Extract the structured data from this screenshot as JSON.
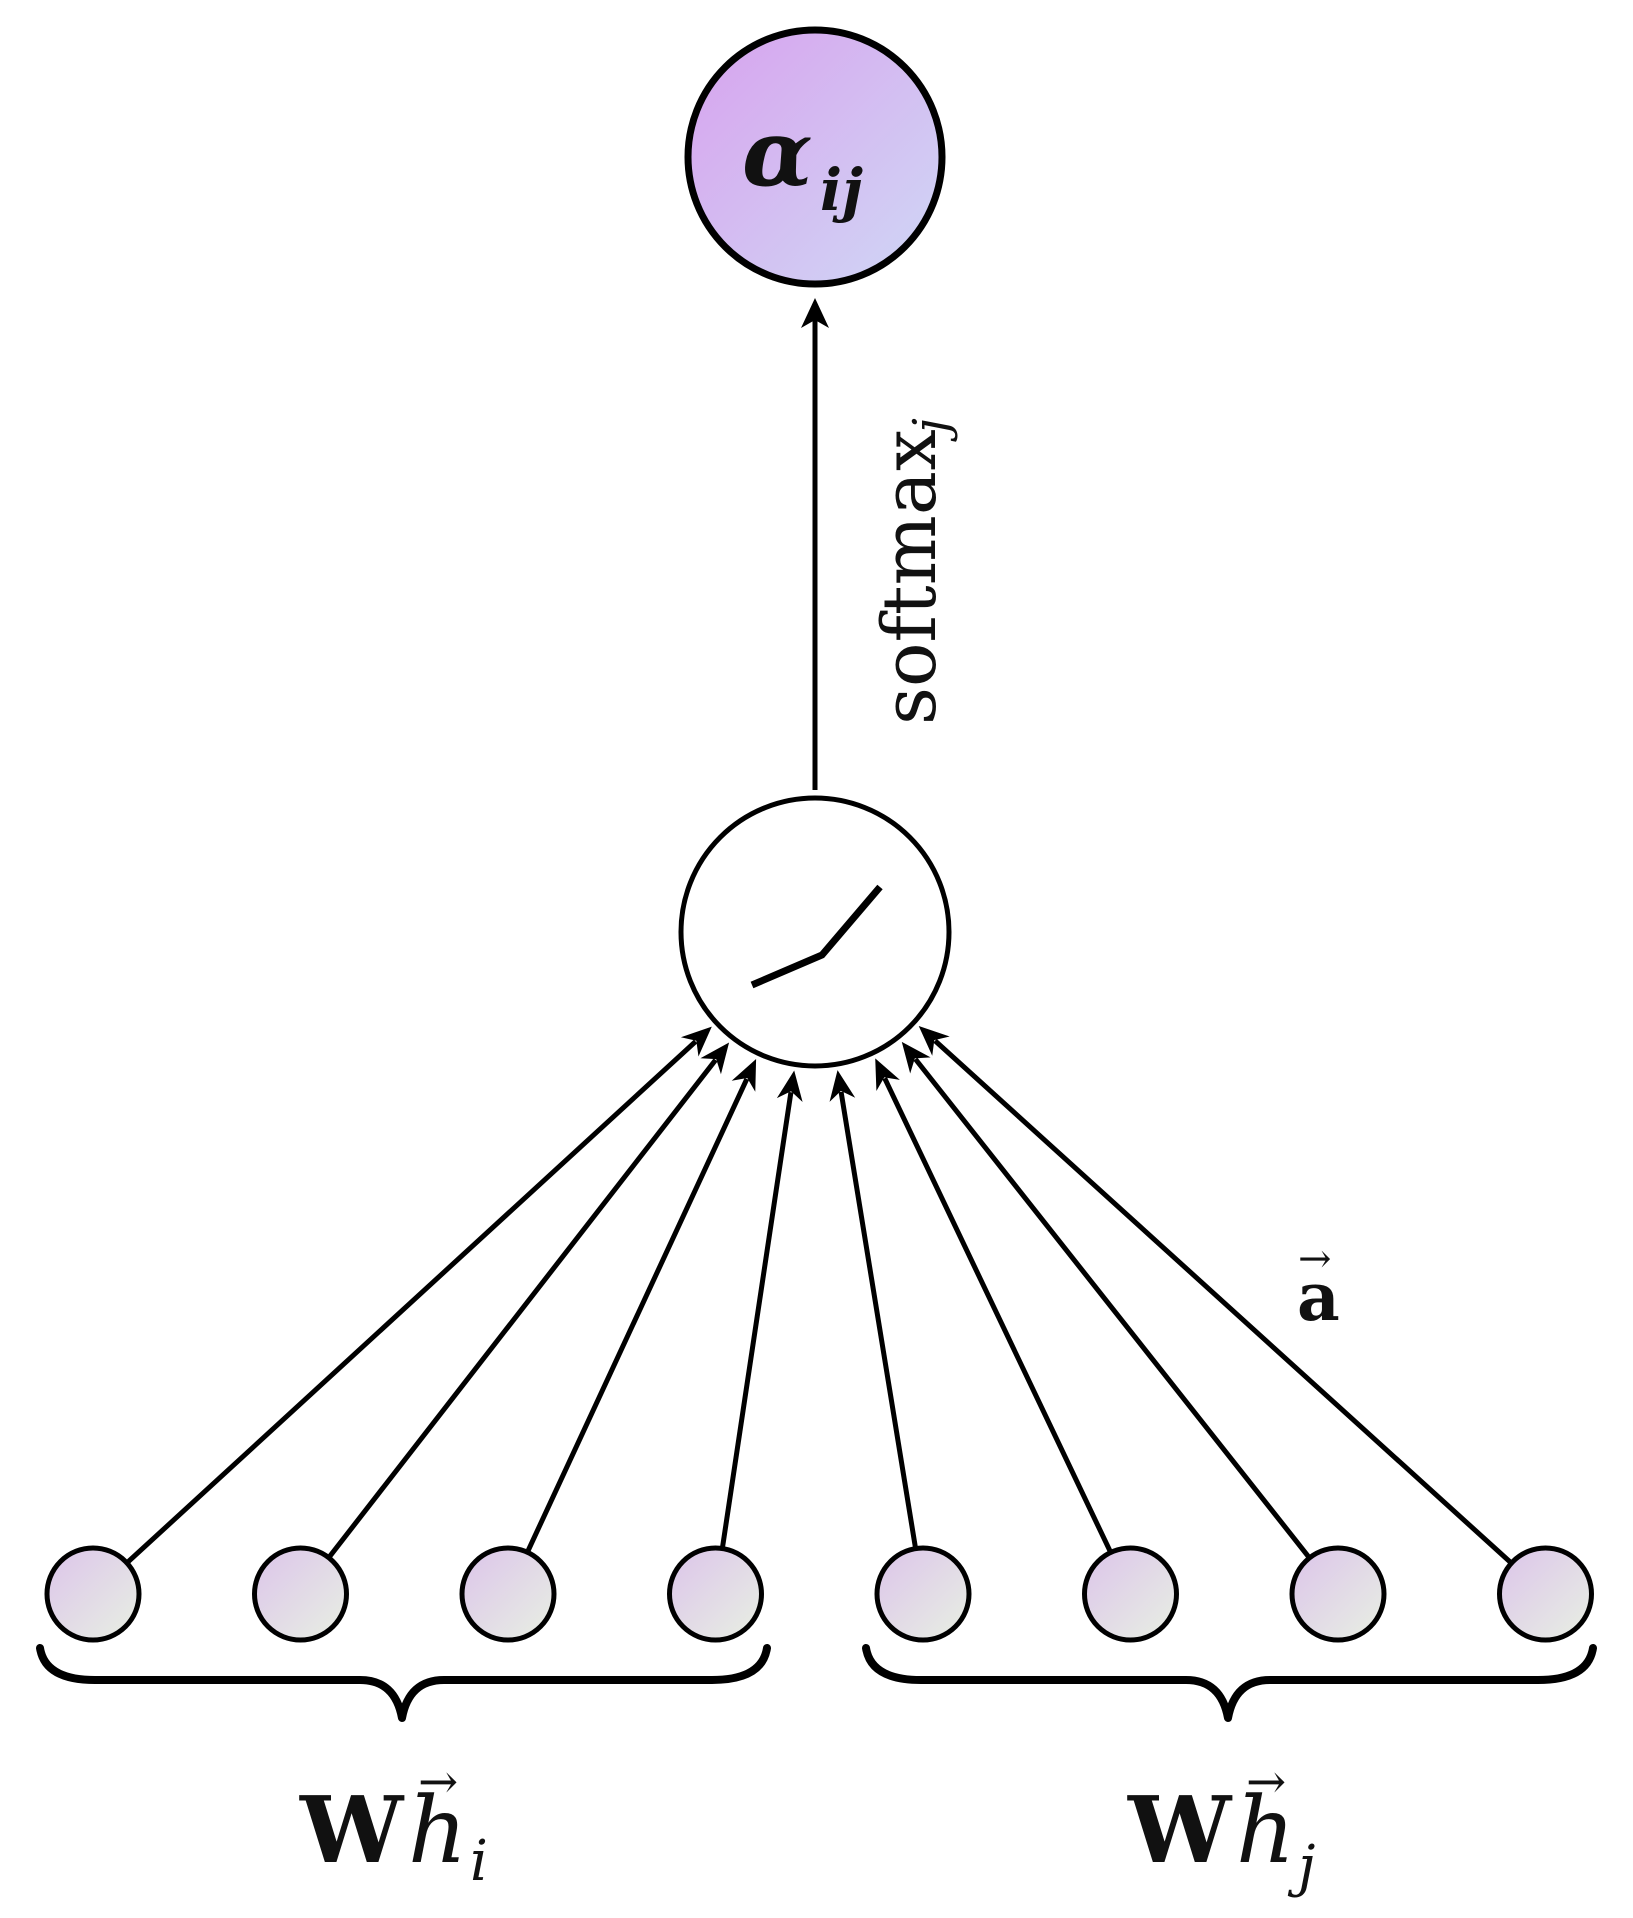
{
  "diagram": {
    "output_node": {
      "symbol": "α",
      "subscript": "ij",
      "fill_start": "#d8a2ee",
      "fill_end": "#cfd8f5"
    },
    "softmax_label": {
      "text": "softmax",
      "subscript": "j"
    },
    "activation_node": {
      "icon": "leaky-relu-icon"
    },
    "attention_vector_label": {
      "text": "a",
      "accent": "→"
    },
    "input_nodes": {
      "count": 8,
      "fill_start": "#dcc4ea",
      "fill_end": "#e8f0e3"
    },
    "groups": [
      {
        "W": "W",
        "h": "h",
        "accent": "→",
        "subscript": "i"
      },
      {
        "W": "W",
        "h": "h",
        "accent": "→",
        "subscript": "j"
      }
    ]
  }
}
